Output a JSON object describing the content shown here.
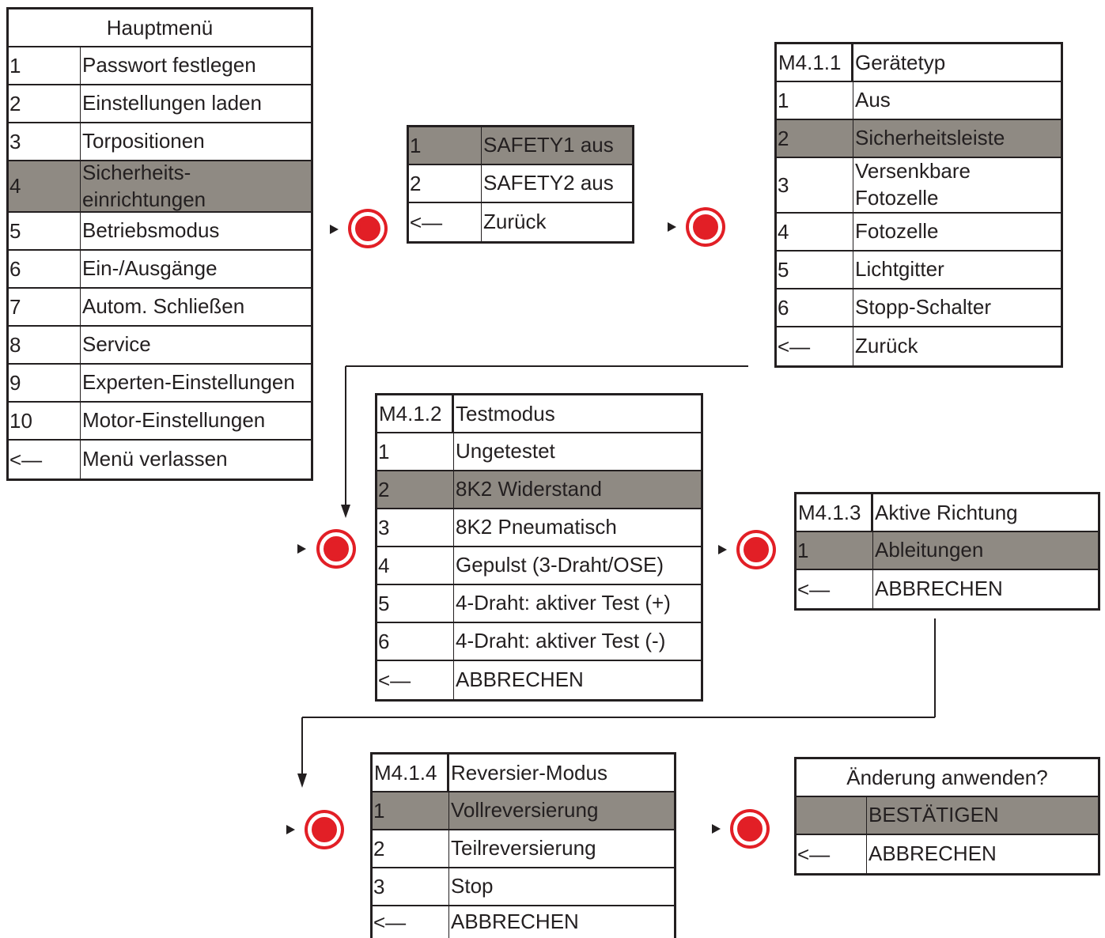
{
  "main_menu": {
    "title": "Hauptmenü",
    "items": [
      {
        "num": "1",
        "label": "Passwort festlegen"
      },
      {
        "num": "2",
        "label": "Einstellungen laden"
      },
      {
        "num": "3",
        "label": "Torpositionen"
      },
      {
        "num": "4",
        "label": "Sicherheits-\neinrichtungen"
      },
      {
        "num": "5",
        "label": "Betriebsmodus"
      },
      {
        "num": "6",
        "label": "Ein-/Ausgänge"
      },
      {
        "num": "7",
        "label": "Autom. Schließen"
      },
      {
        "num": "8",
        "label": "Service"
      },
      {
        "num": "9",
        "label": "Experten-Einstellungen"
      },
      {
        "num": "10",
        "label": "Motor-Einstellungen"
      },
      {
        "num": "<—",
        "label": "Menü verlassen"
      }
    ]
  },
  "safety_menu": {
    "items": [
      {
        "num": "1",
        "label": "SAFETY1 aus"
      },
      {
        "num": "2",
        "label": "SAFETY2 aus"
      },
      {
        "num": "<—",
        "label": "Zurück"
      }
    ]
  },
  "device_type_menu": {
    "code": "M4.1.1",
    "title": "Gerätetyp",
    "items": [
      {
        "num": "1",
        "label": "Aus"
      },
      {
        "num": "2",
        "label": "Sicherheitsleiste"
      },
      {
        "num": "3",
        "label": "Versenkbare\nFotozelle"
      },
      {
        "num": "4",
        "label": "Fotozelle"
      },
      {
        "num": "5",
        "label": "Lichtgitter"
      },
      {
        "num": "6",
        "label": "Stopp-Schalter"
      },
      {
        "num": "<—",
        "label": "Zurück"
      }
    ]
  },
  "test_mode_menu": {
    "code": "M4.1.2",
    "title": "Testmodus",
    "items": [
      {
        "num": "1",
        "label": "Ungetestet"
      },
      {
        "num": "2",
        "label": "8K2 Widerstand"
      },
      {
        "num": "3",
        "label": "8K2 Pneumatisch"
      },
      {
        "num": "4",
        "label": "Gepulst (3-Draht/OSE)"
      },
      {
        "num": "5",
        "label": "4-Draht: aktiver Test (+)"
      },
      {
        "num": "6",
        "label": "4-Draht: aktiver Test (-)"
      },
      {
        "num": "<—",
        "label": "ABBRECHEN"
      }
    ]
  },
  "active_direction_menu": {
    "code": "M4.1.3",
    "title": "Aktive Richtung",
    "items": [
      {
        "num": "1",
        "label": "Ableitungen"
      },
      {
        "num": "<—",
        "label": "ABBRECHEN"
      }
    ]
  },
  "reverse_mode_menu": {
    "code": "M4.1.4",
    "title": "Reversier-Modus",
    "items": [
      {
        "num": "1",
        "label": "Vollreversierung"
      },
      {
        "num": "2",
        "label": "Teilreversierung"
      },
      {
        "num": "3",
        "label": "Stop"
      },
      {
        "num": "<—",
        "label": "ABBRECHEN"
      }
    ]
  },
  "confirm_menu": {
    "title": "Änderung anwenden?",
    "items": [
      {
        "num": "",
        "label": "BESTÄTIGEN"
      },
      {
        "num": "<—",
        "label": "ABBRECHEN"
      }
    ]
  },
  "colors": {
    "selected_row": "#8f8a83",
    "button": "#e21f26",
    "line": "#231f20"
  }
}
